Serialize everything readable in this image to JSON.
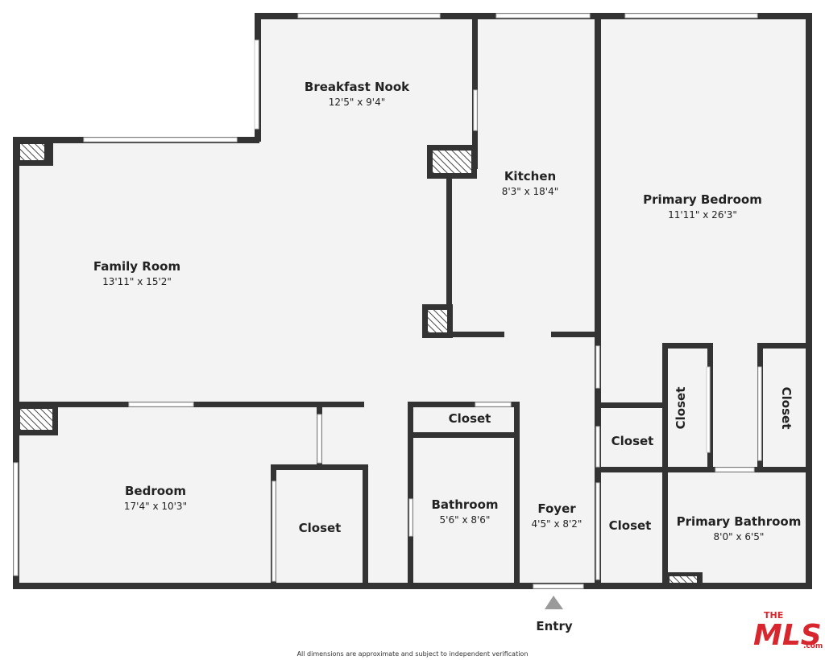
{
  "rooms": {
    "breakfast_nook": {
      "name": "Breakfast Nook",
      "dims": "12'5\" x 9'4\""
    },
    "kitchen": {
      "name": "Kitchen",
      "dims": "8'3\" x 18'4\""
    },
    "primary_bedroom": {
      "name": "Primary Bedroom",
      "dims": "11'11\" x 26'3\""
    },
    "family_room": {
      "name": "Family Room",
      "dims": "13'11\" x 15'2\""
    },
    "bedroom": {
      "name": "Bedroom",
      "dims": "17'4\" x 10'3\""
    },
    "bathroom": {
      "name": "Bathroom",
      "dims": "5'6\" x 8'6\""
    },
    "foyer": {
      "name": "Foyer",
      "dims": "4'5\" x 8'2\""
    },
    "primary_bathroom": {
      "name": "Primary Bathroom",
      "dims": "8'0\" x 6'5\""
    },
    "closet_hall": {
      "name": "Closet"
    },
    "closet_bedroom": {
      "name": "Closet"
    },
    "closet_mid": {
      "name": "Closet"
    },
    "closet_low": {
      "name": "Closet"
    },
    "closet_vert_left": {
      "name": "Closet"
    },
    "closet_vert_right": {
      "name": "Closet"
    }
  },
  "entry_label": "Entry",
  "footer_note": "All dimensions are approximate and subject to independent verification",
  "logo": {
    "line1": "THE",
    "line2": "MLS",
    "suffix": ".com"
  },
  "colors": {
    "wall": "#333333",
    "floor": "#f3f3f3",
    "logo": "#d8262f"
  }
}
